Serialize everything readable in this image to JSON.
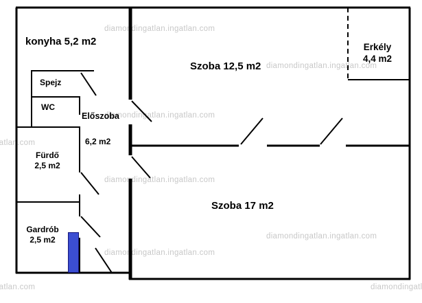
{
  "floorplan": {
    "watermark": "diamondingatlan.ingatlan.com",
    "rooms": {
      "konyha": {
        "label": "konyha 5,2 m2"
      },
      "szoba_125": {
        "label": "Szoba 12,5 m2"
      },
      "erkely": {
        "name": "Erkély",
        "area": "4,4 m2"
      },
      "spejz": {
        "label": "Spejz"
      },
      "wc": {
        "label": "WC"
      },
      "eloszoba": {
        "name": "Előszoba",
        "area": "6,2 m2"
      },
      "furdo": {
        "name": "Fürdő",
        "area": "2,5 m2"
      },
      "gardrob": {
        "name": "Gardrób",
        "area": "2,5 m2"
      },
      "szoba_17": {
        "label": "Szoba 17 m2"
      }
    },
    "colors": {
      "wall": "#000000",
      "highlight_blue": "#3b4ed2",
      "watermark": "#c8c8c8"
    }
  }
}
